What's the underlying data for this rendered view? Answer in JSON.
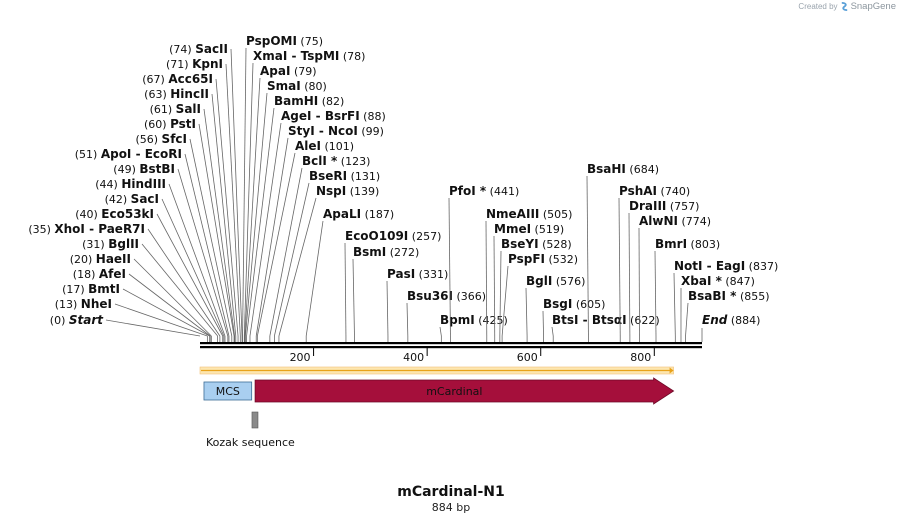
{
  "credit": {
    "prefix": "Created by",
    "brand": "SnapGene"
  },
  "sequence": {
    "name": "mCardinal-N1",
    "length_label": "884 bp",
    "length": 884
  },
  "ruler_ticks": [
    "200",
    "400",
    "600",
    "800"
  ],
  "ends": [
    {
      "name": "Start",
      "pos": "(0)",
      "value": 0
    },
    {
      "name": "End",
      "pos": "(884)",
      "value": 884
    }
  ],
  "sites": [
    {
      "names": [
        "NheI"
      ],
      "pos": "(13)",
      "value": 13
    },
    {
      "names": [
        "BmtI"
      ],
      "pos": "(17)",
      "value": 17
    },
    {
      "names": [
        "AfeI"
      ],
      "pos": "(18)",
      "value": 18
    },
    {
      "names": [
        "HaeII"
      ],
      "pos": "(20)",
      "value": 20
    },
    {
      "names": [
        "BglII"
      ],
      "pos": "(31)",
      "value": 31
    },
    {
      "names": [
        "XhoI",
        "PaeR7I"
      ],
      "pos": "(35)",
      "value": 35
    },
    {
      "names": [
        "Eco53kI"
      ],
      "pos": "(40)",
      "value": 40
    },
    {
      "names": [
        "SacI"
      ],
      "pos": "(42)",
      "value": 42
    },
    {
      "names": [
        "HindIII"
      ],
      "pos": "(44)",
      "value": 44
    },
    {
      "names": [
        "BstBI"
      ],
      "pos": "(49)",
      "value": 49
    },
    {
      "names": [
        "ApoI",
        "EcoRI"
      ],
      "pos": "(51)",
      "value": 51
    },
    {
      "names": [
        "SfcI"
      ],
      "pos": "(56)",
      "value": 56
    },
    {
      "names": [
        "PstI"
      ],
      "pos": "(60)",
      "value": 60
    },
    {
      "names": [
        "SalI"
      ],
      "pos": "(61)",
      "value": 61
    },
    {
      "names": [
        "HincII"
      ],
      "pos": "(63)",
      "value": 63
    },
    {
      "names": [
        "Acc65I"
      ],
      "pos": "(67)",
      "value": 67
    },
    {
      "names": [
        "KpnI"
      ],
      "pos": "(71)",
      "value": 71
    },
    {
      "names": [
        "SacII"
      ],
      "pos": "(74)",
      "value": 74
    },
    {
      "names": [
        "PspOMI"
      ],
      "pos": "(75)",
      "value": 75
    },
    {
      "names": [
        "XmaI",
        "TspMI"
      ],
      "pos": "(78)",
      "value": 78
    },
    {
      "names": [
        "ApaI"
      ],
      "pos": "(79)",
      "value": 79
    },
    {
      "names": [
        "SmaI"
      ],
      "pos": "(80)",
      "value": 80
    },
    {
      "names": [
        "BamHI"
      ],
      "pos": "(82)",
      "value": 82
    },
    {
      "names": [
        "AgeI",
        "BsrFI"
      ],
      "pos": "(88)",
      "value": 88
    },
    {
      "names": [
        "StyI",
        "NcoI"
      ],
      "pos": "(99)",
      "value": 99
    },
    {
      "names": [
        "AleI"
      ],
      "pos": "(101)",
      "value": 101
    },
    {
      "names": [
        "BclI *"
      ],
      "pos": "(123)",
      "value": 123
    },
    {
      "names": [
        "BseRI"
      ],
      "pos": "(131)",
      "value": 131
    },
    {
      "names": [
        "NspI"
      ],
      "pos": "(139)",
      "value": 139
    },
    {
      "names": [
        "ApaLI"
      ],
      "pos": "(187)",
      "value": 187
    },
    {
      "names": [
        "EcoO109I"
      ],
      "pos": "(257)",
      "value": 257
    },
    {
      "names": [
        "BsmI"
      ],
      "pos": "(272)",
      "value": 272
    },
    {
      "names": [
        "PasI"
      ],
      "pos": "(331)",
      "value": 331
    },
    {
      "names": [
        "Bsu36I"
      ],
      "pos": "(366)",
      "value": 366
    },
    {
      "names": [
        "BpmI"
      ],
      "pos": "(425)",
      "value": 425
    },
    {
      "names": [
        "PfoI *"
      ],
      "pos": "(441)",
      "value": 441
    },
    {
      "names": [
        "NmeAIII"
      ],
      "pos": "(505)",
      "value": 505
    },
    {
      "names": [
        "MmeI"
      ],
      "pos": "(519)",
      "value": 519
    },
    {
      "names": [
        "BseYI"
      ],
      "pos": "(528)",
      "value": 528
    },
    {
      "names": [
        "PspFI"
      ],
      "pos": "(532)",
      "value": 532
    },
    {
      "names": [
        "BglI"
      ],
      "pos": "(576)",
      "value": 576
    },
    {
      "names": [
        "BsgI"
      ],
      "pos": "(605)",
      "value": 605
    },
    {
      "names": [
        "BtsI",
        "BtsαI"
      ],
      "pos": "(622)",
      "value": 622
    },
    {
      "names": [
        "BsaHI"
      ],
      "pos": "(684)",
      "value": 684
    },
    {
      "names": [
        "PshAI"
      ],
      "pos": "(740)",
      "value": 740
    },
    {
      "names": [
        "DraIII"
      ],
      "pos": "(757)",
      "value": 757
    },
    {
      "names": [
        "AlwNI"
      ],
      "pos": "(774)",
      "value": 774
    },
    {
      "names": [
        "BmrI"
      ],
      "pos": "(803)",
      "value": 803
    },
    {
      "names": [
        "NotI",
        "EagI"
      ],
      "pos": "(837)",
      "value": 837
    },
    {
      "names": [
        "XbaI *"
      ],
      "pos": "(847)",
      "value": 847
    },
    {
      "names": [
        "BsaBI *"
      ],
      "pos": "(855)",
      "value": 855
    }
  ],
  "features": [
    {
      "label": "MCS",
      "start": 7,
      "end": 91,
      "color": "#a9cff0"
    },
    {
      "label": "mCardinal",
      "start": 97,
      "end": 834,
      "color": "#a50f3b"
    },
    {
      "label": "Kozak sequence",
      "start": 88,
      "end": 97,
      "color": "#8a8a8a"
    }
  ],
  "orf_line_color": "#e8a21a"
}
